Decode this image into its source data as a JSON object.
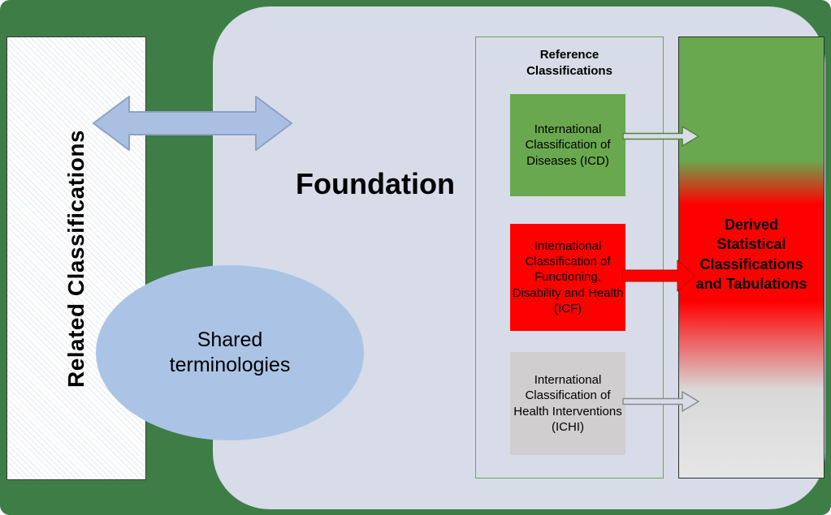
{
  "colors": {
    "background_green": "#3E7E46",
    "foundation_fill": "#D7DCE8",
    "connector_blue_fill": "#AABFE2",
    "connector_blue_stroke": "#8CA2C8",
    "ellipse_fill": "#ABC4E6",
    "icd_green": "#6AA84F",
    "icf_red": "#FF0000",
    "ichi_gray": "#D0CECE",
    "derived_gradient": [
      "#6AA84F",
      "#FF0000",
      "#E6E6E6"
    ]
  },
  "related_classifications": {
    "label": "Related Classifications"
  },
  "foundation": {
    "label": "Foundation"
  },
  "shared_terminologies": {
    "label": "Shared terminologies"
  },
  "reference_classifications": {
    "title": "Reference Classifications",
    "items": [
      {
        "id": "icd",
        "label": "International Classification of Diseases (ICD)",
        "color": "#6AA84F"
      },
      {
        "id": "icf",
        "label": "International Classification of Functioning, Disability and Health (ICF)",
        "color": "#FF0000"
      },
      {
        "id": "ichi",
        "label": "International Classification of Health Interventions (ICHI)",
        "color": "#D0CECE"
      }
    ]
  },
  "derived": {
    "label": "Derived Statistical Classifications and Tabulations"
  },
  "icons": {
    "bidirectional_arrow": "double-headed-horizontal-arrow",
    "icd_arrow": "right-arrow-outline-green",
    "icf_arrow": "right-arrow-solid-red",
    "ichi_arrow": "right-arrow-outline-gray"
  }
}
